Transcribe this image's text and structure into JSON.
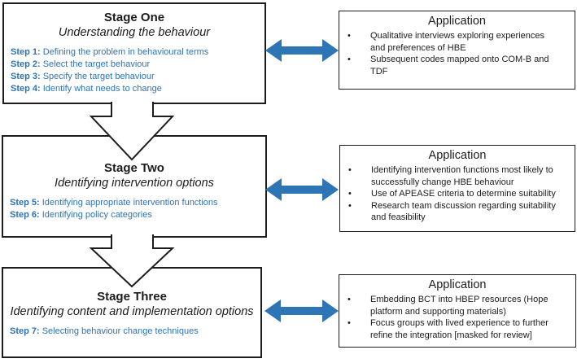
{
  "colors": {
    "accent_blue": "#2E75B6",
    "step_blue": "#2E74B5",
    "box_border": "#1C1C1C",
    "text": "#1C1C1C"
  },
  "icons": {
    "bullet": "•",
    "down_arrow": "block-down-arrow",
    "double_arrow": "double-headed-arrow"
  },
  "stages": [
    {
      "title": "Stage One",
      "subtitle": "Understanding the behaviour",
      "steps": [
        {
          "label": "Step 1:",
          "text": "Defining the problem in behavioural terms"
        },
        {
          "label": "Step 2:",
          "text": "Select the target behaviour"
        },
        {
          "label": "Step 3:",
          "text": "Specify the target behaviour"
        },
        {
          "label": "Step 4:",
          "text": "Identify what needs to change"
        }
      ]
    },
    {
      "title": "Stage Two",
      "subtitle": "Identifying intervention options",
      "steps": [
        {
          "label": "Step 5:",
          "text": "Identifying appropriate intervention functions"
        },
        {
          "label": "Step 6:",
          "text": "Identifying policy categories"
        }
      ]
    },
    {
      "title": "Stage Three",
      "subtitle": "Identifying content and implementation options",
      "steps": [
        {
          "label": "Step 7:",
          "text": "Selecting behaviour change techniques"
        }
      ]
    }
  ],
  "applications": [
    {
      "title": "Application",
      "bullets": [
        "Qualitative interviews exploring experiences and preferences of HBE",
        "Subsequent codes mapped onto COM-B and TDF"
      ]
    },
    {
      "title": "Application",
      "bullets": [
        "Identifying intervention functions most likely to successfully change HBE behaviour",
        "Use of APEASE criteria to determine suitability",
        "Research team discussion regarding suitability and feasibility"
      ]
    },
    {
      "title": "Application",
      "bullets": [
        "Embedding BCT into HBEP resources (Hope platform and supporting materials)",
        "Focus groups with lived experience to further refine the integration [masked for review]"
      ]
    }
  ]
}
